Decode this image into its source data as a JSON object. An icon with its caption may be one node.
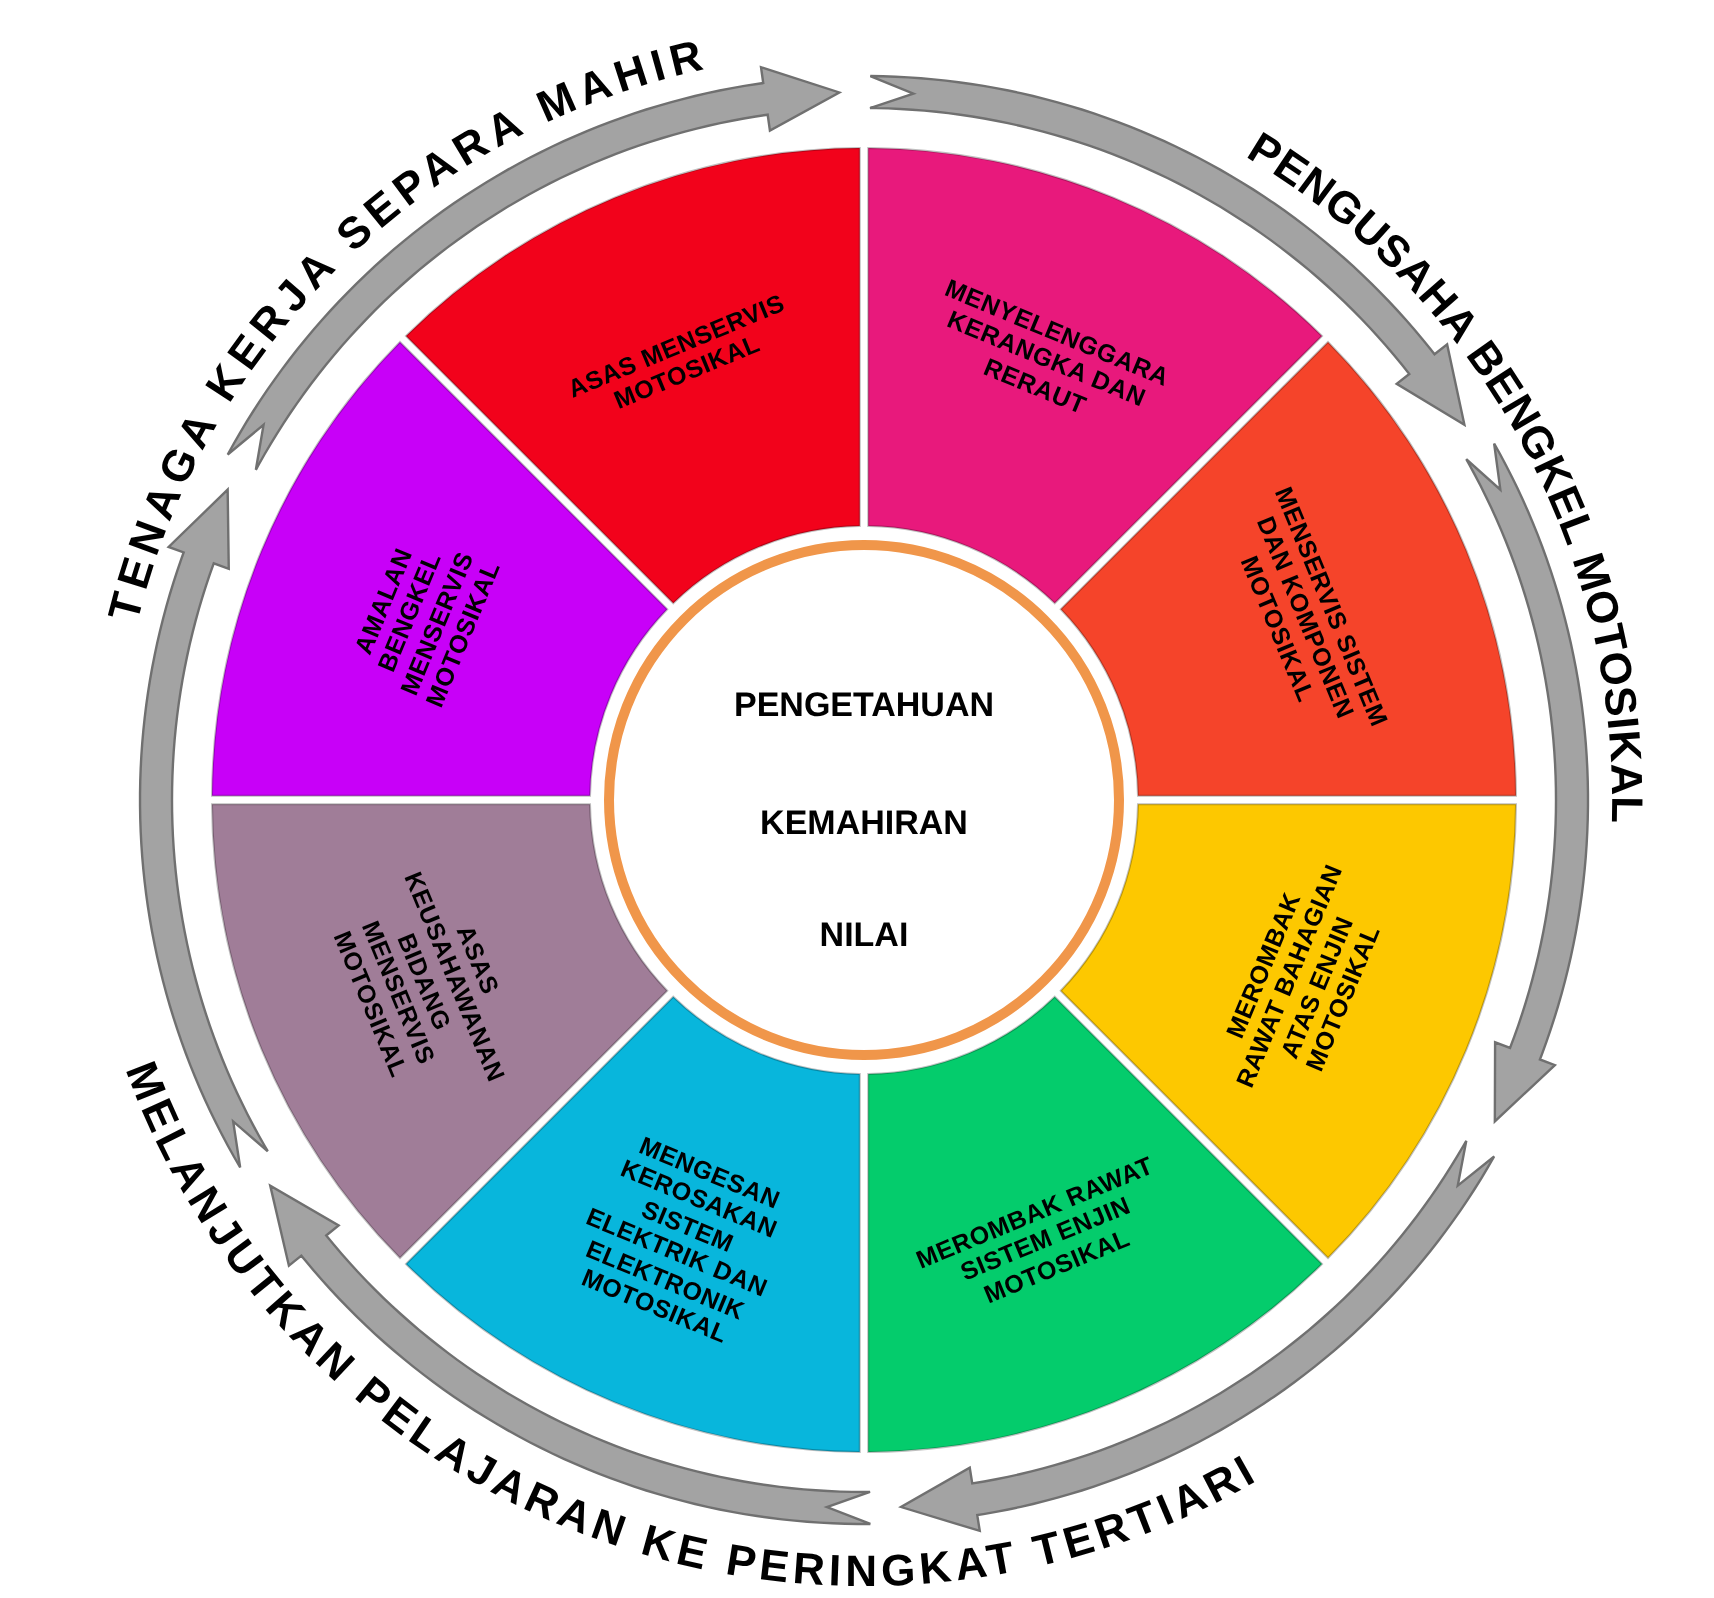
{
  "diagram": {
    "nodes": [
      {
        "text": [
          "PENGETAHUAN",
          "KEMAHIRAN",
          "NILAI"
        ]
      },
      {
        "text": [
          "ASAS MENSERVIS MOTOSIKAL"
        ]
      },
      {
        "text": [
          "MENYELENGGARA KERANGKA DAN RERAUT"
        ]
      },
      {
        "text": [
          "MENSERVIS SISTEM DAN KOMPONEN MOTOSIKAL"
        ]
      },
      {
        "text": [
          "MEROMBAK RAWAT BAHAGIAN ATAS ENJIN MOTOSIKAL"
        ]
      },
      {
        "text": [
          "MEROMBAK RAWAT SISTEM ENJIN MOTOSIKAL"
        ]
      },
      {
        "text": [
          "MENGESAN KEROSAKAN SISTEM ELEKTRIK DAN ELEKTRONIK MOTOSIKAL"
        ]
      },
      {
        "text": [
          "ASAS KEUSAHAWANAN BIDANG MENSERVIS MOTOSIKAL"
        ]
      },
      {
        "text": [
          "AMALAN BENGKEL MENSERVIS MOTOSIKAL"
        ]
      }
    ],
    "labels": [
      "TENAGA KERJA SEPARA MAHIR",
      "PENGUSAHA BENGKEL MOTOSIKAL",
      "MELANJUTKAN PELAJARAN KE PERINGKAT TERTIARI"
    ]
  }
}
